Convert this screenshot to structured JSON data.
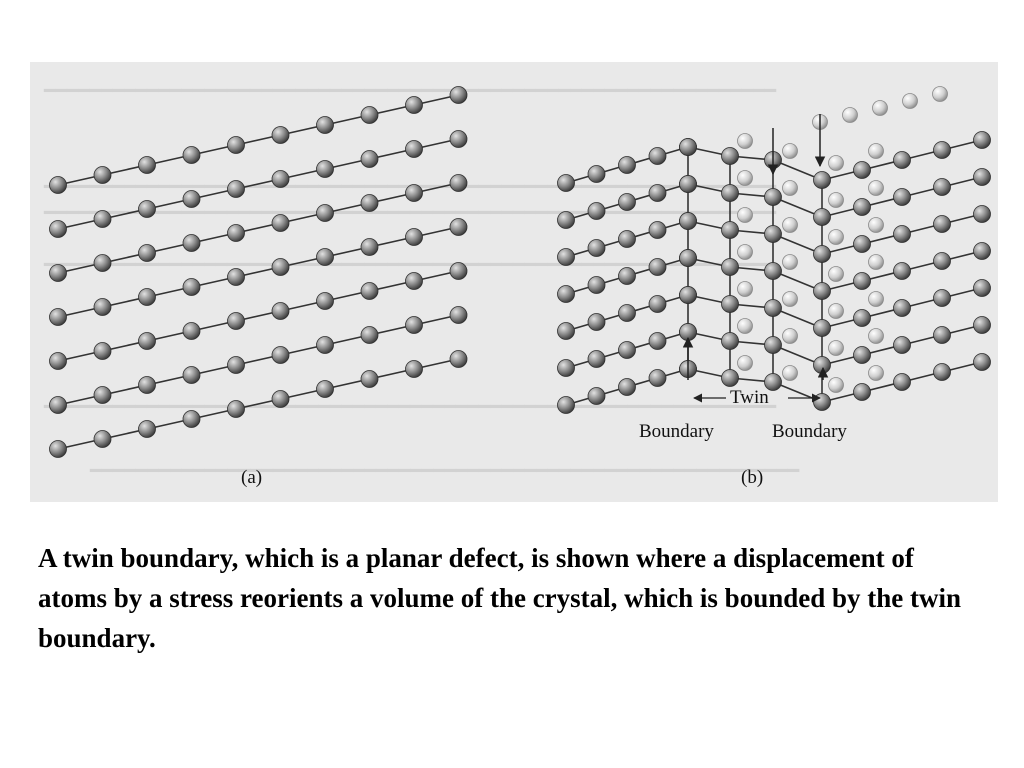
{
  "figure": {
    "panel_a_label": "(a)",
    "panel_b_label": "(b)",
    "twin_label": "Twin",
    "left_boundary_label": "Boundary",
    "right_boundary_label": "Boundary",
    "atom_color": "#7c7c7c",
    "twin_atom_color": "#c9c9c9",
    "bond_color": "#333333"
  },
  "caption": {
    "text": "A twin boundary, which is a planar defect, is shown where a displacement of atoms by a stress reorients a volume of the crystal, which is bounded by the twin boundary."
  }
}
